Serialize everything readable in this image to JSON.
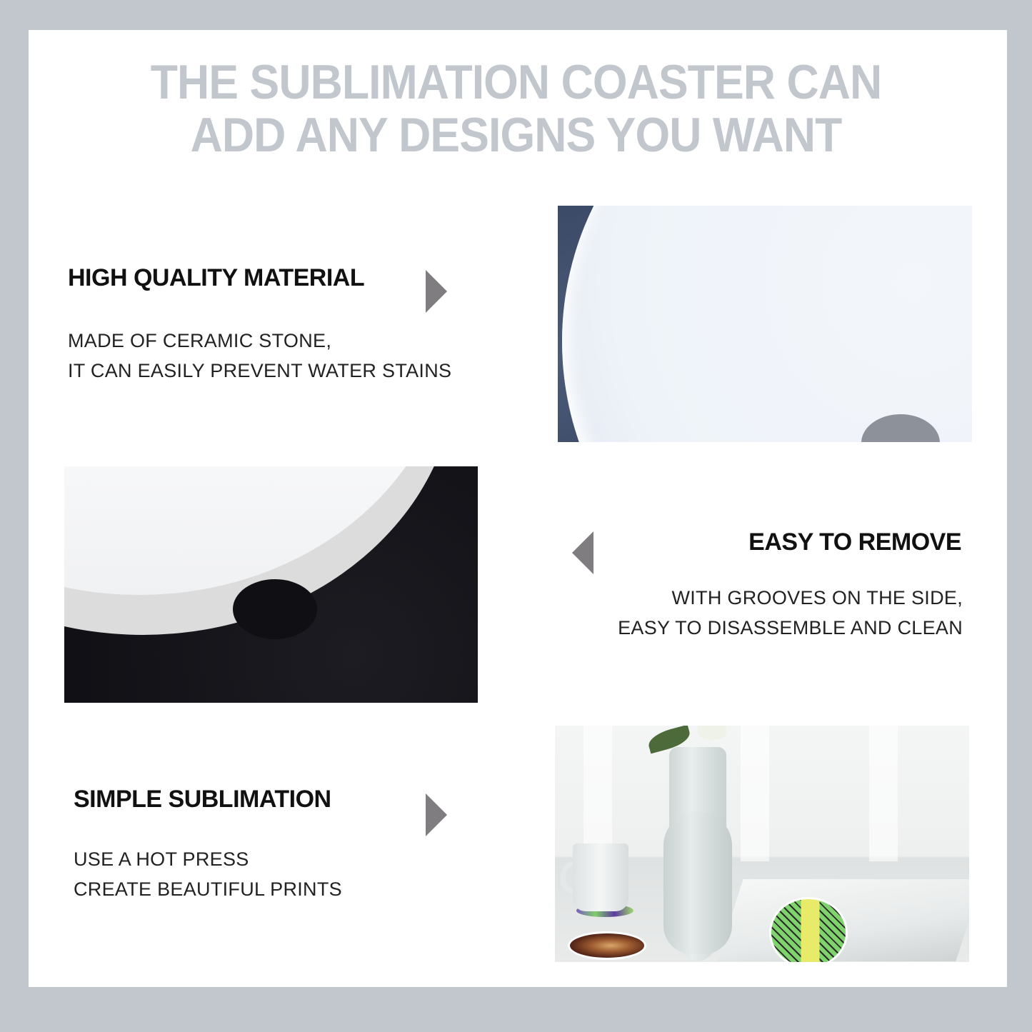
{
  "colors": {
    "frame": "#c2c6cd",
    "panel": "#ffffff",
    "headline": "#c2c6cd",
    "title": "#111111",
    "body": "#222222",
    "arrow": "#7f7d80"
  },
  "headline": {
    "line1": "THE SUBLIMATION COASTER CAN",
    "line2": "ADD ANY DESIGNS YOU WANT"
  },
  "features": [
    {
      "title": "HIGH QUALITY MATERIAL",
      "desc_line1": "MADE OF CERAMIC STONE,",
      "desc_line2": "IT CAN EASILY PREVENT WATER STAINS",
      "arrow": "triangle-right-icon",
      "photo": "Glossy white ceramic coaster edge on blue denim"
    },
    {
      "title": "EASY TO REMOVE",
      "desc_line1": "WITH GROOVES ON THE SIDE,",
      "desc_line2": "EASY TO DISASSEMBLE AND CLEAN",
      "arrow": "triangle-left-icon",
      "photo": "White coaster with side groove notch on black fabric"
    },
    {
      "title": "SIMPLE SUBLIMATION",
      "desc_line1": "USE A HOT PRESS",
      "desc_line2": "CREATE BEAUTIFUL PRINTS",
      "arrow": "triangle-right-icon",
      "photo": "Vase, mug and printed coasters on white table"
    }
  ]
}
